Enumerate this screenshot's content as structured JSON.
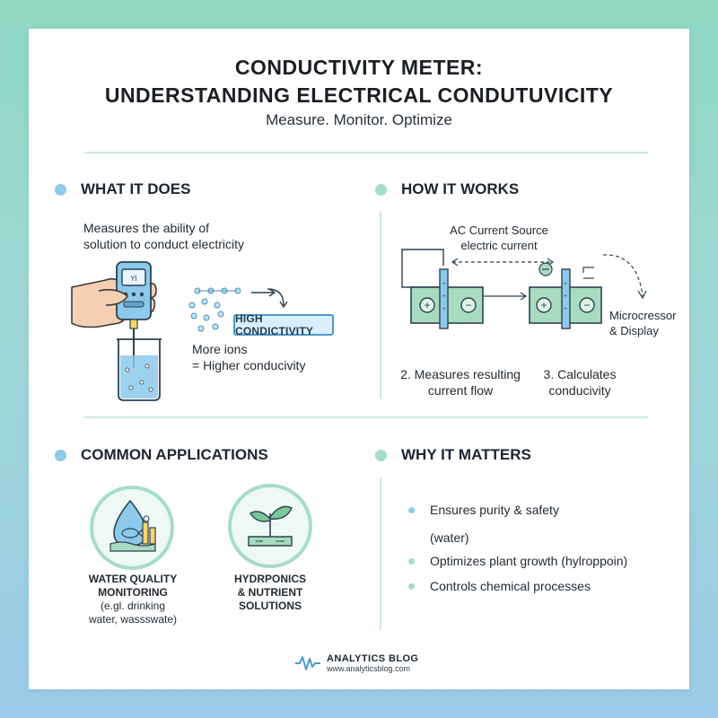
{
  "header": {
    "title_line1": "CONDUCTIVITY METER:",
    "title_line2": "UNDERSTANDING ELECTRICAL CONDUTUVICITY",
    "subtitle": "Measure. Monitor. Optimize"
  },
  "colors": {
    "accent_blue": "#8fcbe9",
    "accent_green": "#a6ddc8",
    "cell_green": "#a8dcc0",
    "probe_blue": "#8cc9ea"
  },
  "what_it_does": {
    "title": "WHAT IT DOES",
    "line1": "Measures the ability of",
    "line2": "solution to conduct electricity",
    "meter_label": "YI",
    "badge": "HIGH CONDICTIVITY",
    "more_ions_1": "More ions",
    "more_ions_2": "= Higher conducivity"
  },
  "how_it_works": {
    "title": "HOW IT WORKS",
    "source_1": "AC Current Source",
    "source_2": "electric current",
    "plus": "+",
    "minus": "−",
    "micro_1": "Microcressor",
    "micro_2": "& Display",
    "step2_1": "2. Measures resulting",
    "step2_2": "current flow",
    "step3_1": "3. Calculates",
    "step3_2": "conducivity"
  },
  "applications": {
    "title": "COMMON APPLICATIONS",
    "water_1": "WATER QUALITY",
    "water_2": "MONITORING",
    "water_3": "(e.gl. drinking",
    "water_4": "water, wassswate)",
    "hydro_1": "HYDRPONICS",
    "hydro_2": "& NUTRIENT",
    "hydro_3": "SOLUTIONS"
  },
  "why_it_matters": {
    "title": "WHY IT MATTERS",
    "items": [
      "Ensures purity & safety",
      "(water)",
      "Optimizes plant growth (hylroppoin)",
      "Controls chemical processes"
    ]
  },
  "footer": {
    "brand": "ANALYTICS BLOG",
    "url": "www.analyticsblog.com"
  }
}
